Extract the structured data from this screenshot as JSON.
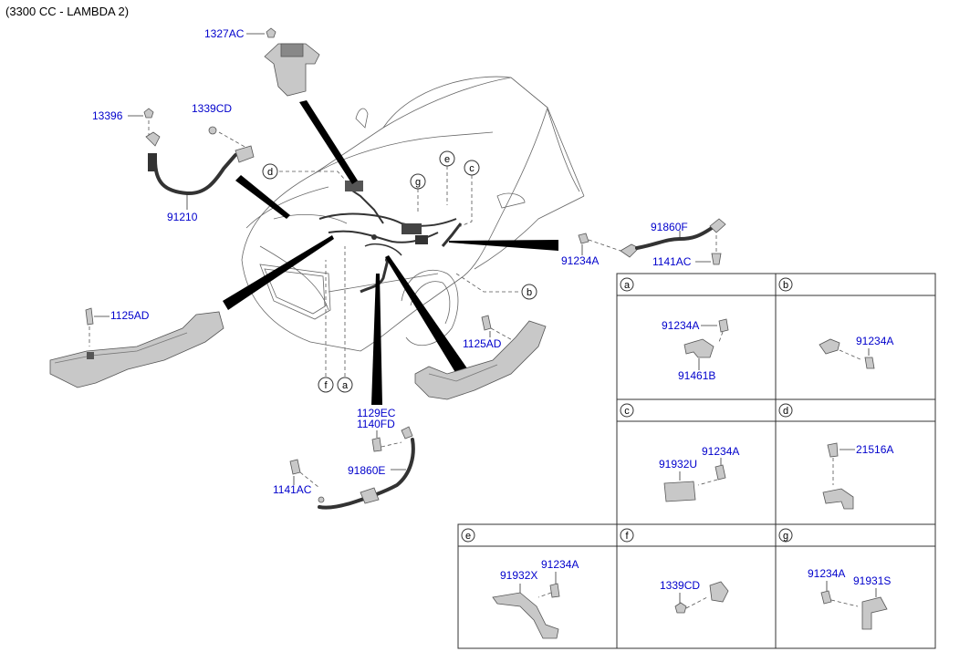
{
  "title": "(3300 CC - LAMBDA 2)",
  "colors": {
    "part_number": "#0000cc",
    "line": "#333333",
    "part_fill": "#c8c8c8"
  },
  "main_labels": {
    "l1327AC": "1327AC",
    "l13396": "13396",
    "l1339CD": "1339CD",
    "l91210": "91210",
    "l91860F": "91860F",
    "l91234A": "91234A",
    "l1141AC_r": "1141AC",
    "l1125AD_l": "1125AD",
    "l1125AD_r": "1125AD",
    "l1129EC": "1129EC",
    "l1140FD": "1140FD",
    "l91860E": "91860E",
    "l1141AC_b": "1141AC"
  },
  "callouts": {
    "a": "a",
    "b": "b",
    "c": "c",
    "d": "d",
    "e": "e",
    "f": "f",
    "g": "g"
  },
  "detail_cells": {
    "a": {
      "letter": "a",
      "labels": [
        "91234A",
        "91461B"
      ]
    },
    "b": {
      "letter": "b",
      "labels": [
        "91234A"
      ]
    },
    "c": {
      "letter": "c",
      "labels": [
        "91234A",
        "91932U"
      ]
    },
    "d": {
      "letter": "d",
      "labels": [
        "21516A"
      ]
    },
    "e": {
      "letter": "e",
      "labels": [
        "91234A",
        "91932X"
      ]
    },
    "f": {
      "letter": "f",
      "labels": [
        "1339CD"
      ]
    },
    "g": {
      "letter": "g",
      "labels": [
        "91234A",
        "91931S"
      ]
    }
  }
}
